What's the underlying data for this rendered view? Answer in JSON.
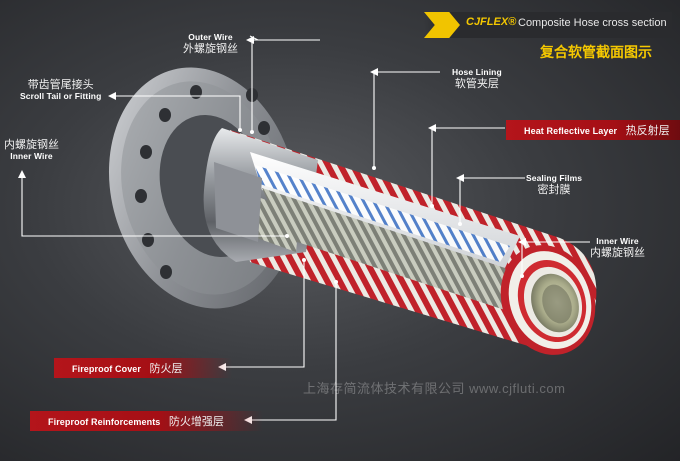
{
  "header": {
    "brand": "CJFLEX®",
    "subtitle": "Composite Hose cross section",
    "title_cn": "复合软管截面图示"
  },
  "labels": {
    "outer_wire": {
      "en": "Outer Wire",
      "cn": "外螺旋钢丝"
    },
    "scroll_tail": {
      "en": "Scroll Tail or Fitting",
      "cn": "带齿管尾接头"
    },
    "inner_wire_left": {
      "en": "Inner Wire",
      "cn": "内螺旋钢丝"
    },
    "hose_lining": {
      "en": "Hose Lining",
      "cn": "软管夹层"
    },
    "heat_reflective": {
      "en": "Heat Reflective Layer",
      "cn": "热反射层"
    },
    "sealing_films": {
      "en": "Sealing Films",
      "cn": "密封膜"
    },
    "inner_wire_right": {
      "en": "Inner Wire",
      "cn": "内螺旋钢丝"
    },
    "fireproof_cover": {
      "en": "Fireproof Cover",
      "cn": "防火层"
    },
    "fireproof_reinforcements": {
      "en": "Fireproof Reinforcements",
      "cn": "防火增强层"
    }
  },
  "watermark": "上海存简流体技术有限公司 www.cjfluti.com",
  "colors": {
    "accent_yellow": "#f5c800",
    "label_red": "#b4151b",
    "background": "#3b3d41",
    "stripe_red": "#c0222a"
  }
}
